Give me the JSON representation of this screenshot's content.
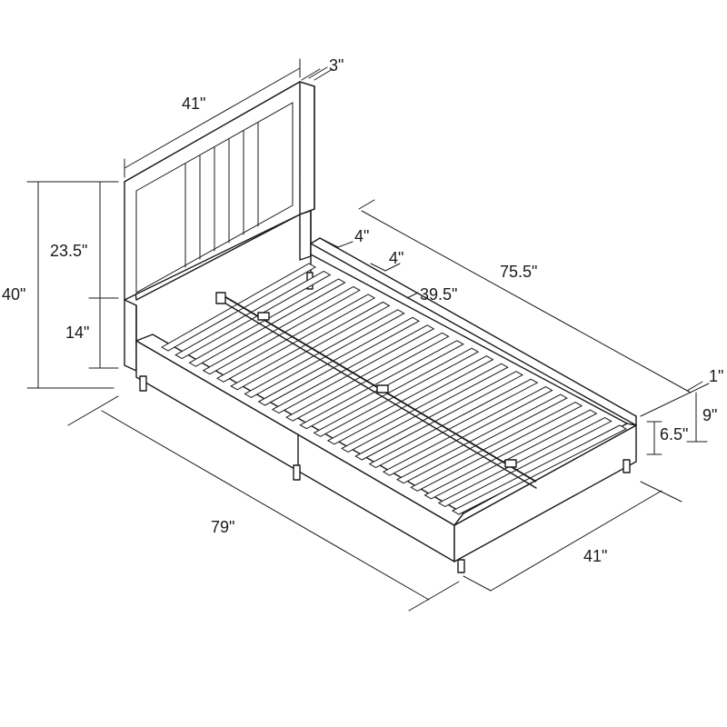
{
  "dimensions": {
    "headboard_width": "41\"",
    "headboard_depth": "3\"",
    "total_height": "40\"",
    "headboard_panel_height": "23.5\"",
    "headboard_base_height": "14\"",
    "side_rail_gap": "4\"",
    "rail_inset": "4\"",
    "slat_width": "39.5\"",
    "inner_length": "75.5\"",
    "top_rail_thickness": "1\"",
    "frame_height": "9\"",
    "side_rail_height": "6.5\"",
    "overall_length": "79\"",
    "overall_width": "41\""
  },
  "colors": {
    "line": "#1a1a1a",
    "background": "#ffffff"
  }
}
